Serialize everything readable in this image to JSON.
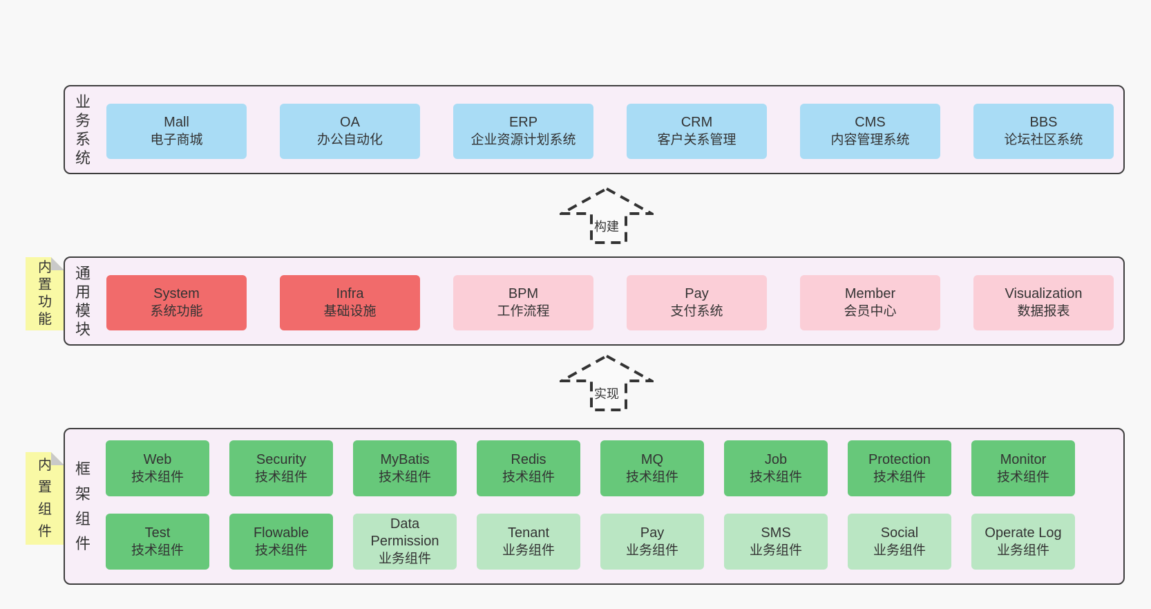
{
  "colors": {
    "page_bg": "#f8f8f8",
    "panel_bg": "#f8eef8",
    "panel_border": "#3d3d3d",
    "blue": "#a9dcf5",
    "red": "#f16b6b",
    "pink": "#fbced7",
    "green": "#67c87a",
    "light_green": "#bae6c3",
    "yellow": "#f9f9a5",
    "fold_gray": "#c9c9c9",
    "text": "#333333"
  },
  "layers": {
    "business": {
      "side_label": "业务系统",
      "boxes": [
        {
          "title": "Mall",
          "subtitle": "电子商城"
        },
        {
          "title": "OA",
          "subtitle": "办公自动化"
        },
        {
          "title": "ERP",
          "subtitle": "企业资源计划系统"
        },
        {
          "title": "CRM",
          "subtitle": "客户关系管理"
        },
        {
          "title": "CMS",
          "subtitle": "内容管理系统"
        },
        {
          "title": "BBS",
          "subtitle": "论坛社区系统"
        }
      ]
    },
    "modules": {
      "side_label": "通用模块",
      "note": "内置功能",
      "boxes": [
        {
          "title": "System",
          "subtitle": "系统功能"
        },
        {
          "title": "Infra",
          "subtitle": "基础设施"
        },
        {
          "title": "BPM",
          "subtitle": "工作流程"
        },
        {
          "title": "Pay",
          "subtitle": "支付系统"
        },
        {
          "title": "Member",
          "subtitle": "会员中心"
        },
        {
          "title": "Visualization",
          "subtitle": "数据报表"
        }
      ]
    },
    "components": {
      "side_label": "框架组件",
      "note": "内置组件",
      "row1": [
        {
          "title": "Web",
          "subtitle": "技术组件"
        },
        {
          "title": "Security",
          "subtitle": "技术组件"
        },
        {
          "title": "MyBatis",
          "subtitle": "技术组件"
        },
        {
          "title": "Redis",
          "subtitle": "技术组件"
        },
        {
          "title": "MQ",
          "subtitle": "技术组件"
        },
        {
          "title": "Job",
          "subtitle": "技术组件"
        },
        {
          "title": "Protection",
          "subtitle": "技术组件"
        },
        {
          "title": "Monitor",
          "subtitle": "技术组件"
        }
      ],
      "row2": [
        {
          "title": "Test",
          "subtitle": "技术组件"
        },
        {
          "title": "Flowable",
          "subtitle": "技术组件"
        },
        {
          "title": "Data Permission",
          "subtitle": "业务组件"
        },
        {
          "title": "Tenant",
          "subtitle": "业务组件"
        },
        {
          "title": "Pay",
          "subtitle": "业务组件"
        },
        {
          "title": "SMS",
          "subtitle": "业务组件"
        },
        {
          "title": "Social",
          "subtitle": "业务组件"
        },
        {
          "title": "Operate Log",
          "subtitle": "业务组件"
        }
      ]
    }
  },
  "arrows": {
    "build": "构建",
    "implement": "实现"
  }
}
